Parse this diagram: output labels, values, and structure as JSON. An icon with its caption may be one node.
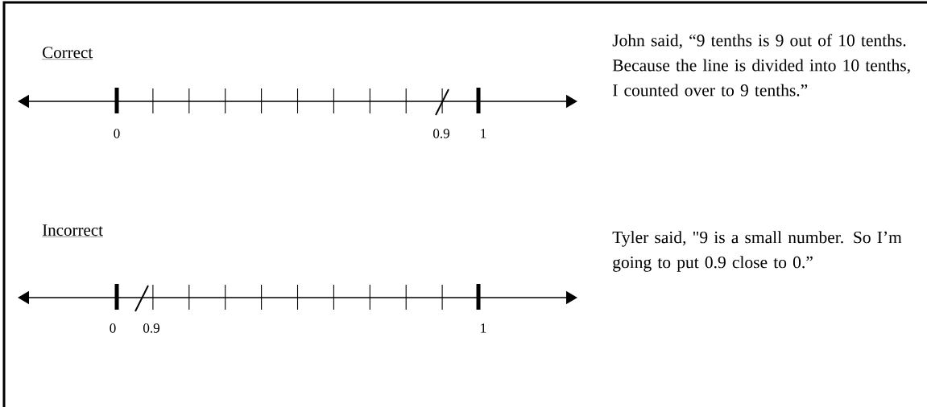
{
  "diagram": {
    "labels": [
      "Correct",
      "John said, “9 tenths is 9 out of 10 tenths. Because the line is divided into 10 tenths, I counted over to 9 tenths.”",
      "0",
      "0.9",
      "1",
      "Incorrect",
      "Tyler said, \"9 is a small number.  So I’m going to put 0.9 close to 0.”",
      "0",
      "0.9",
      "1"
    ]
  }
}
